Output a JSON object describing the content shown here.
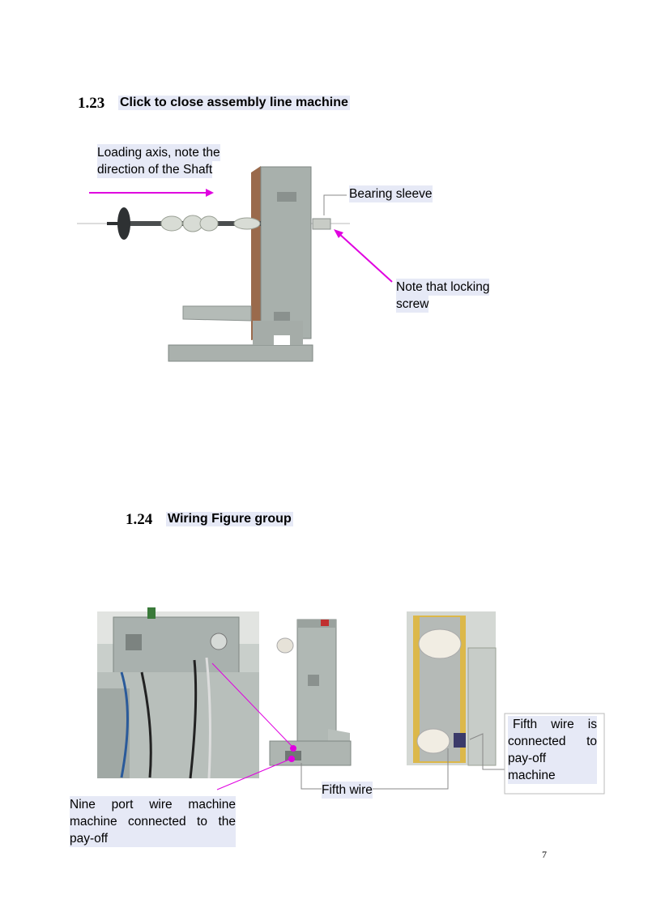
{
  "section_1": {
    "number": "1.23",
    "title": "Click to close assembly line machine",
    "callouts": {
      "loading_line1": "Loading axis, note the",
      "loading_line2": "direction of the Shaft",
      "bearing": "Bearing sleeve",
      "locking_line1": "Note that locking",
      "locking_line2": "screw"
    }
  },
  "section_2": {
    "number": "1.24",
    "title": "Wiring Figure group",
    "callouts": {
      "fifth_connected_line1": "Fifth wire is",
      "fifth_connected_line2": "connected to",
      "fifth_connected_line3": "pay-off",
      "fifth_connected_line4": "machine",
      "fifth_wire": "Fifth wire",
      "nine_port_line1": "Nine port wire machine",
      "nine_port_line2": "machine connected to the",
      "nine_port_line3": "pay-off"
    }
  },
  "page_number": "7",
  "colors": {
    "arrow": "#e000e0",
    "highlight": "#e6e9f6",
    "machine": "#a9b0ac"
  }
}
